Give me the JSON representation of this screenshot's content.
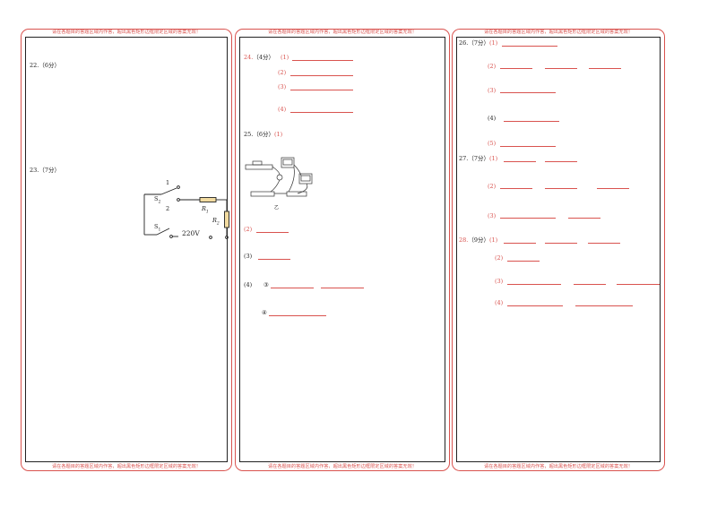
{
  "notice": "请在各题目的答题区域内作答，超出黑色矩形边框限定区域的答案无效！",
  "q22": {
    "label": "22.（6分）"
  },
  "q23": {
    "label": "23.（7分）",
    "circuit": {
      "n1": "1",
      "n2": "2",
      "s2": "S",
      "s2sub": "2",
      "s1": "S",
      "s1sub": "1",
      "r1": "R",
      "r1sub": "1",
      "r2": "R",
      "r2sub": "2",
      "volt": "220V"
    }
  },
  "q24": {
    "num": "24.",
    "score": "（4分）",
    "p1": "(1)",
    "p2": "(2)",
    "p3": "(3)",
    "p4": "(4)"
  },
  "q25": {
    "num": "25.",
    "score": "（6分）",
    "p1": "(1)",
    "p2": "(2)",
    "p3": "(3)",
    "p4": "(4)",
    "c3": "③",
    "c4": "④",
    "fig": "乙"
  },
  "q26": {
    "label": "26.（7分）",
    "p1": "(1)",
    "p2": "(2)",
    "p3": "(3)",
    "p4": "(4)",
    "p5": "(5)"
  },
  "q27": {
    "label": "27.（7分）",
    "p1": "(1)",
    "p2": "(2)",
    "p3": "(3)"
  },
  "q28": {
    "num": "28.",
    "score": "（9分）",
    "p1": "(1)",
    "p2": "(2)",
    "p3": "(3)",
    "p4": "(4)"
  }
}
